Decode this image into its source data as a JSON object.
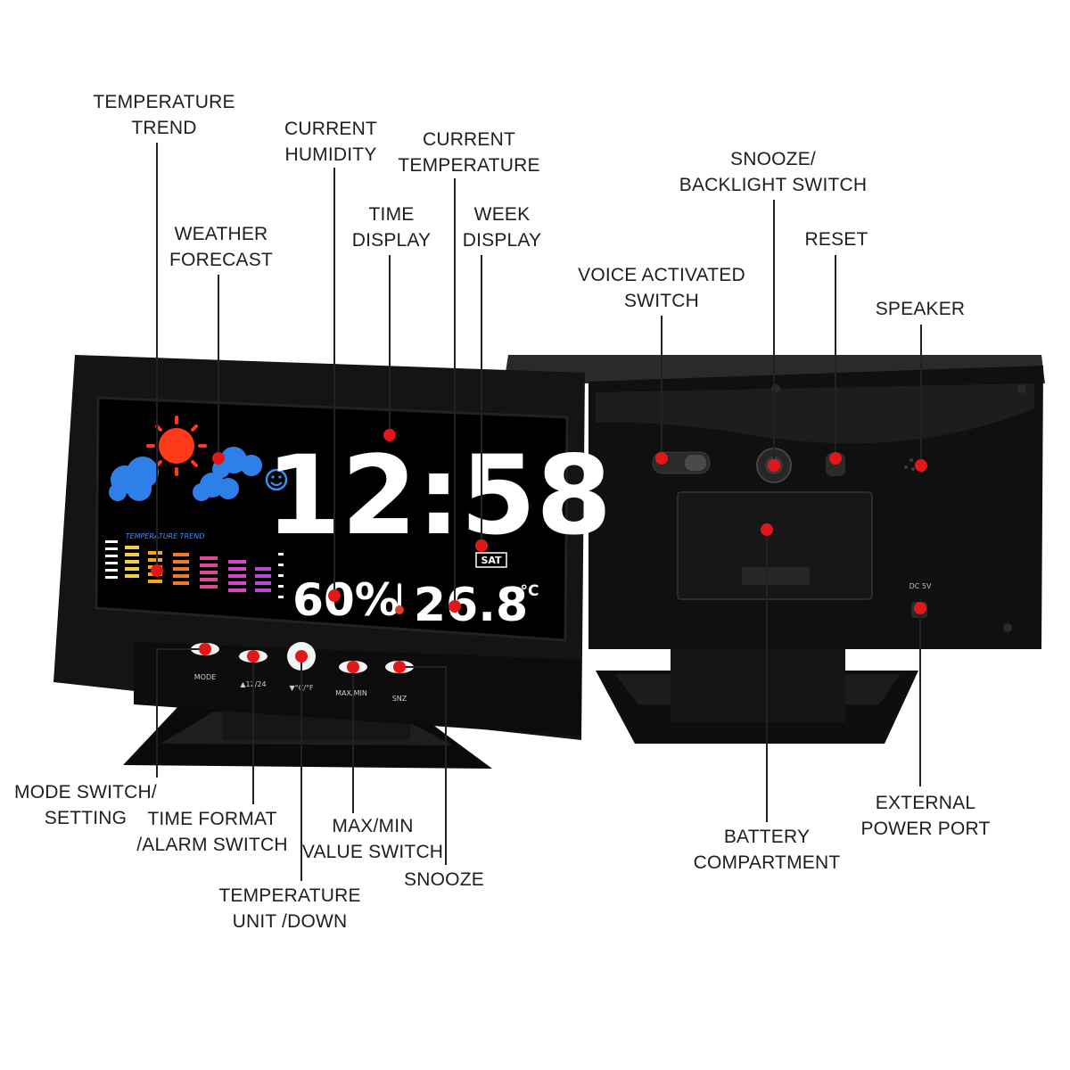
{
  "labels": {
    "temperature_trend": [
      "TEMPERATURE",
      "TREND"
    ],
    "current_humidity": [
      "CURRENT",
      "HUMIDITY"
    ],
    "current_temperature": [
      "CURRENT",
      "TEMPERATURE"
    ],
    "weather_forecast": [
      "WEATHER",
      "FORECAST"
    ],
    "time_display": [
      "TIME",
      "DISPLAY"
    ],
    "week_display": [
      "WEEK",
      "DISPLAY"
    ],
    "snooze_backlight_switch": [
      "SNOOZE/",
      "BACKLIGHT SWITCH"
    ],
    "reset": [
      "RESET"
    ],
    "voice_activated_switch": [
      "VOICE ACTIVATED",
      "SWITCH"
    ],
    "speaker": [
      "SPEAKER"
    ],
    "mode_switch_setting": [
      "MODE SWITCH/",
      "SETTING"
    ],
    "time_format_alarm_switch": [
      "TIME FORMAT",
      "/ALARM SWITCH"
    ],
    "max_min_value_switch": [
      "MAX/MIN",
      "VALUE SWITCH"
    ],
    "snooze": [
      "SNOOZE"
    ],
    "temperature_unit_down": [
      "TEMPERATURE",
      "UNIT /DOWN"
    ],
    "battery_compartment": [
      "BATTERY",
      "COMPARTMENT"
    ],
    "external_power_port": [
      "EXTERNAL",
      "POWER PORT"
    ]
  },
  "display": {
    "time": "12:58",
    "weekday": "SAT",
    "humidity": "60%",
    "temperature": "26.8",
    "temp_unit": "°C",
    "trend_caption": "TEMPERATURE TREND"
  },
  "buttons": [
    "MODE",
    "▲12/24",
    "▼°C/°F",
    "MAX/MIN",
    "SNZ"
  ],
  "back_port_label": "DC 5V",
  "colors": {
    "marker": "#e01818",
    "leader_line": "#222222",
    "device_body": "#121212",
    "sun": "#ff3a1a",
    "cloud": "#2f7fe8"
  }
}
